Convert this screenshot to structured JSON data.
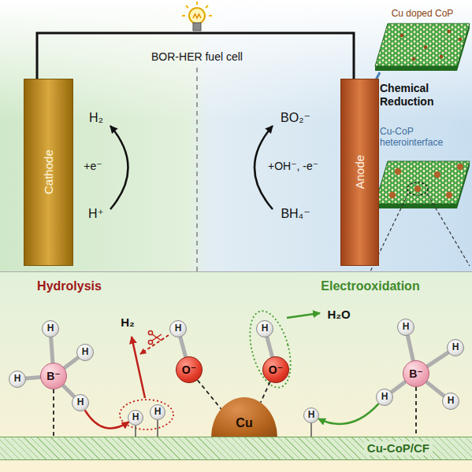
{
  "diagram": {
    "nodes": [
      {
        "text": [
          "Cathode"
        ]
      },
      {
        "text": [
          "Anode"
        ]
      },
      {
        "text": [
          "B⁻"
        ]
      },
      {
        "text": [
          "H"
        ]
      },
      {
        "text": [
          "H"
        ]
      },
      {
        "text": [
          "H"
        ]
      },
      {
        "text": [
          "H"
        ]
      },
      {
        "text": [
          "H"
        ]
      },
      {
        "text": [
          "H"
        ]
      },
      {
        "text": [
          "H"
        ]
      },
      {
        "text": [
          "O⁻"
        ]
      },
      {
        "text": [
          "Cu"
        ]
      },
      {
        "text": [
          "H"
        ]
      },
      {
        "text": [
          "O⁻"
        ]
      },
      {
        "text": [
          "H"
        ]
      },
      {
        "text": [
          "B⁻"
        ]
      },
      {
        "text": [
          "H"
        ]
      },
      {
        "text": [
          "H"
        ]
      },
      {
        "text": [
          "H"
        ]
      },
      {
        "text": [
          "H"
        ]
      },
      {
        "text": [
          "Cu-CoP/CF"
        ]
      }
    ],
    "edges": [
      {
        "from": 2,
        "to": 3,
        "arrow": "none"
      },
      {
        "from": 2,
        "to": 4,
        "arrow": "none"
      },
      {
        "from": 2,
        "to": 5,
        "arrow": "none"
      },
      {
        "from": 2,
        "to": 6,
        "arrow": "none"
      },
      {
        "from": 10,
        "to": 9,
        "arrow": "none"
      },
      {
        "from": 13,
        "to": 12,
        "arrow": "none"
      },
      {
        "from": 15,
        "to": 16,
        "arrow": "none"
      },
      {
        "from": 15,
        "to": 17,
        "arrow": "none"
      },
      {
        "from": 15,
        "to": 18,
        "arrow": "none"
      },
      {
        "from": 15,
        "to": 19,
        "arrow": "none"
      },
      {
        "from": 6,
        "to": 7,
        "arrow": "to"
      },
      {
        "from": 19,
        "to": 14,
        "arrow": "to"
      },
      {
        "from": 10,
        "to": 11,
        "arrow": "none"
      },
      {
        "from": 13,
        "to": 11,
        "arrow": "none"
      },
      {
        "from": 2,
        "to": 20,
        "arrow": "none"
      },
      {
        "from": 15,
        "to": 20,
        "arrow": "none"
      },
      {
        "from": 7,
        "to": 20,
        "arrow": "none"
      },
      {
        "from": 8,
        "to": 20,
        "arrow": "none"
      },
      {
        "from": 14,
        "to": 20,
        "arrow": "none"
      }
    ],
    "labels": [
      "BOR-HER fuel cell",
      "H₂",
      "+e⁻",
      "H⁺",
      "BO₂⁻",
      "+OH⁻, -e⁻",
      "BH₄⁻",
      "Cu doped CoP",
      "Chemical Reduction",
      "Cu-CoP heterointerface",
      "Hydrolysis",
      "Electrooxidation",
      "H₂",
      "H₂O"
    ]
  }
}
